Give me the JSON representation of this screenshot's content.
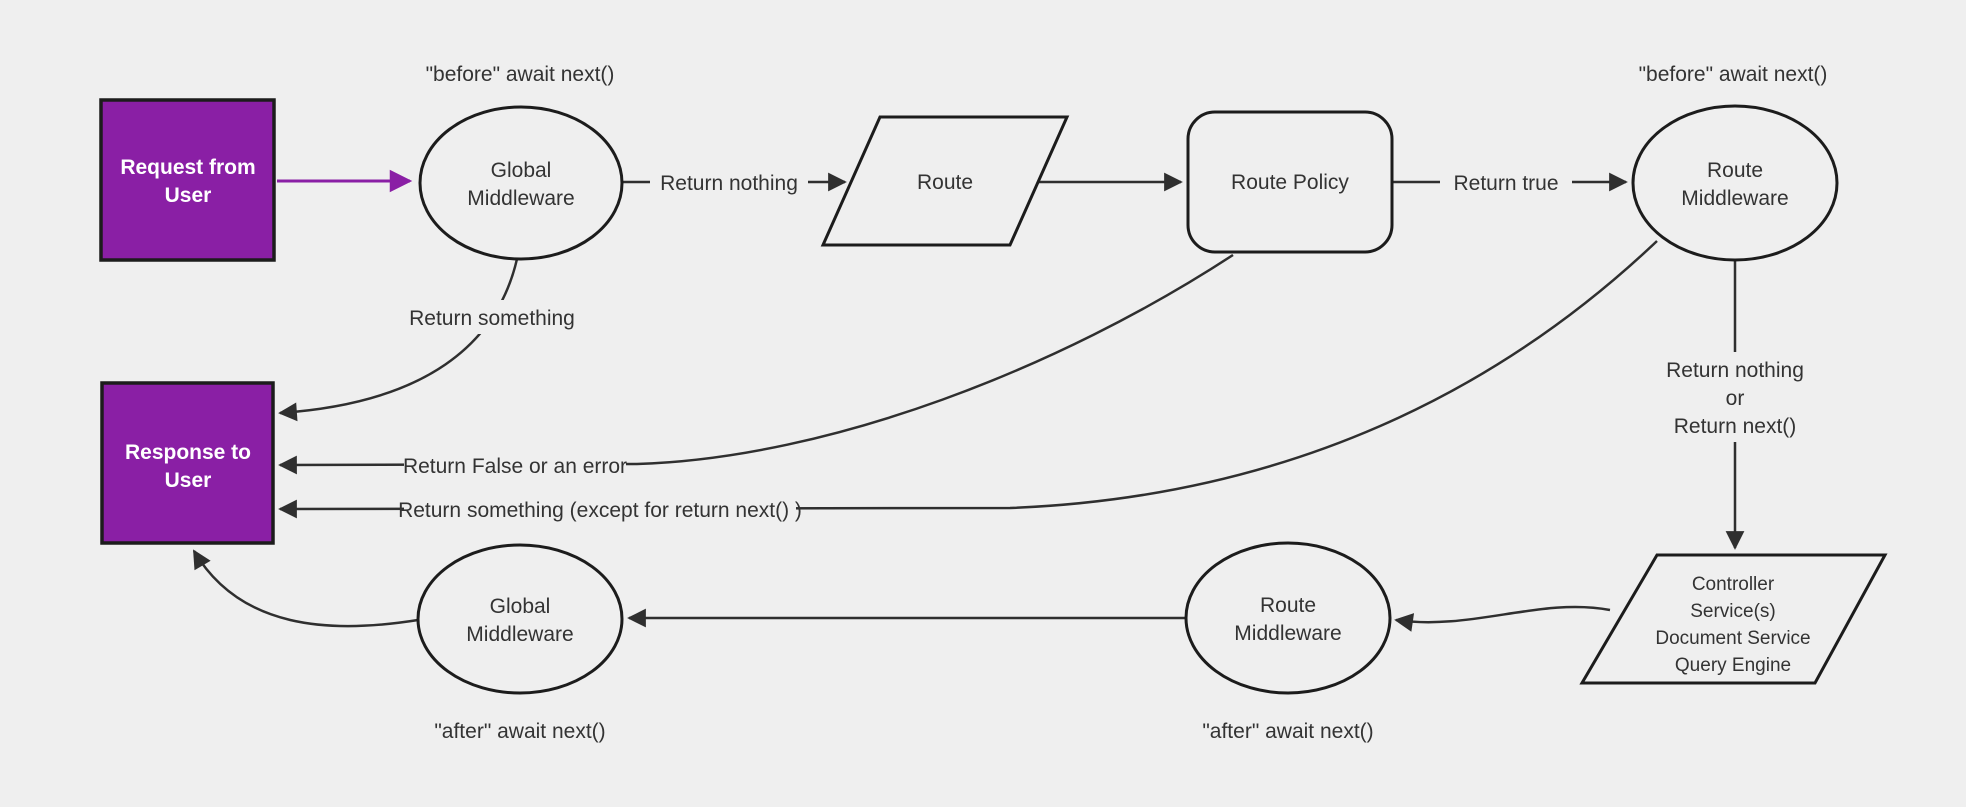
{
  "colors": {
    "background": "#efefef",
    "purple": "#8a1fa5",
    "node_border": "#1c1c1c",
    "edge": "#2f2f2f",
    "text": "#333333",
    "box_text": "#ffffff"
  },
  "nodes": {
    "request": {
      "line1": "Request from",
      "line2": "User"
    },
    "global_middleware_top": {
      "line1": "Global",
      "line2": "Middleware"
    },
    "route": {
      "label": "Route"
    },
    "route_policy": {
      "label": "Route Policy"
    },
    "route_middleware_top": {
      "line1": "Route",
      "line2": "Middleware"
    },
    "controller": {
      "line1": "Controller",
      "line2": "Service(s)",
      "line3": "Document Service",
      "line4": "Query Engine"
    },
    "route_middleware_bottom": {
      "line1": "Route",
      "line2": "Middleware"
    },
    "global_middleware_bottom": {
      "line1": "Global",
      "line2": "Middleware"
    },
    "response": {
      "line1": "Response to",
      "line2": "User"
    }
  },
  "edge_labels": {
    "before_await_left": "\"before\" await next()",
    "before_await_right": "\"before\" await next()",
    "after_await_left": "\"after\" await next()",
    "after_await_right": "\"after\" await next()",
    "return_nothing": "Return nothing",
    "return_true": "Return true",
    "return_something": "Return something",
    "return_false_or_error": "Return False or an error",
    "return_something_except": "Return something (except for return next() )",
    "return_nothing_or_line1": "Return nothing",
    "return_nothing_or_line2": "or",
    "return_nothing_or_line3": "Return next()"
  }
}
